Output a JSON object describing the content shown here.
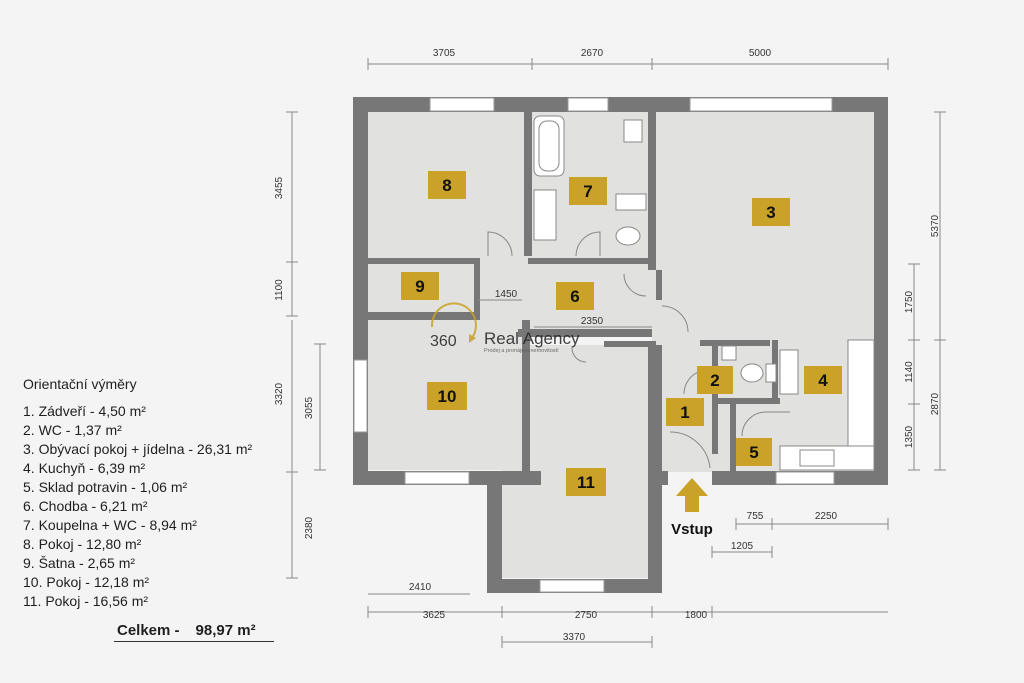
{
  "rooms": [
    {
      "id": "1"
    },
    {
      "id": "2"
    },
    {
      "id": "3"
    },
    {
      "id": "4"
    },
    {
      "id": "5"
    },
    {
      "id": "6"
    },
    {
      "id": "7"
    },
    {
      "id": "8"
    },
    {
      "id": "9"
    },
    {
      "id": "10"
    },
    {
      "id": "11"
    }
  ],
  "dimensions": {
    "top_1": "3705",
    "top_2": "2670",
    "top_3": "5000",
    "left_1": "3455",
    "left_2": "1100",
    "left_3": "3320",
    "left_inner": "3055",
    "left_4": "2380",
    "right_1": "5370",
    "right_2": "2870",
    "inner_r_1": "1750",
    "inner_r_2": "1140",
    "inner_r_3": "1350",
    "hall_1": "1450",
    "hall_2": "2350",
    "bottom_a": "2410",
    "bottom_1": "3625",
    "bottom_2": "2750",
    "bottom_3": "1800",
    "bottom_4": "3370",
    "entry_1": "755",
    "entry_2": "2250",
    "entry_3": "1205"
  },
  "entrance_label": "Vstup",
  "logo": {
    "number": "360",
    "name": "Real Agency",
    "tagline": "Prodej a pronájem nemovitostí"
  },
  "legend": {
    "title": "Orientační výměry",
    "items": [
      "1. Zádveří - 4,50 m²",
      "2. WC - 1,37 m²",
      "3. Obývací pokoj + jídelna - 26,31 m²",
      "4. Kuchyň - 6,39 m²",
      "5. Sklad potravin - 1,06 m²",
      "6. Chodba - 6,21 m²",
      "7. Koupelna + WC - 8,94 m²",
      "8. Pokoj - 12,80 m²",
      "9. Šatna - 2,65 m²",
      "10. Pokoj - 12,18 m²",
      "11. Pokoj - 16,56 m²"
    ]
  },
  "total": {
    "label": "Celkem -",
    "value": "98,97 m²"
  },
  "colors": {
    "wall": "#777777",
    "floor": "#e1e1df",
    "label_box": "#c9a227",
    "arrow": "#c9a227",
    "text": "#1f1f1f"
  }
}
